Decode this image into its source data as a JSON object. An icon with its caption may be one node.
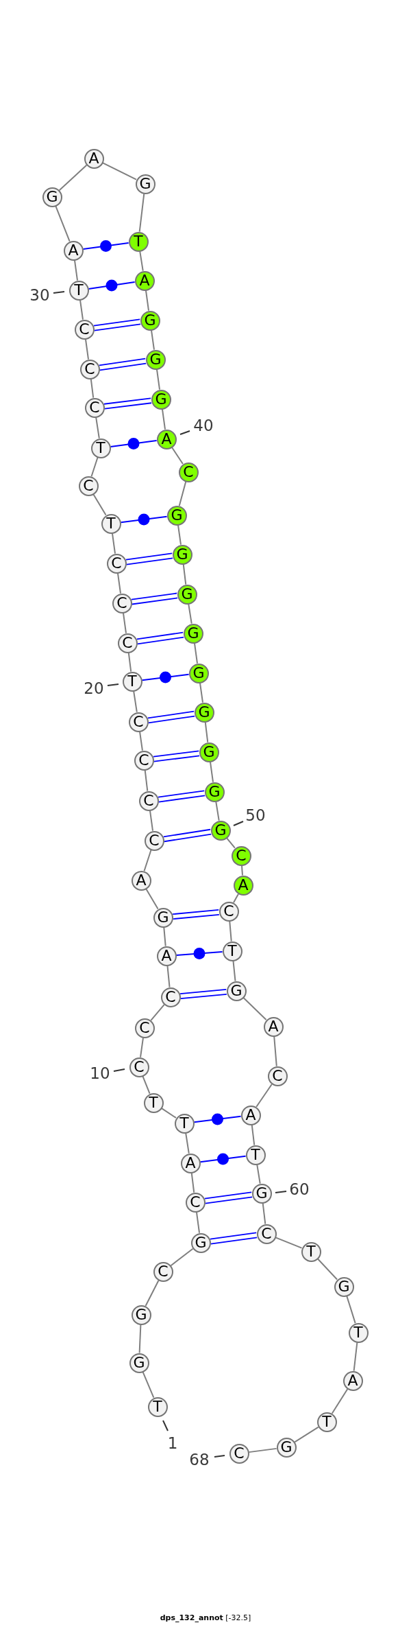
{
  "diagram": {
    "caption": "**dps_132_annot** [-32.5]",
    "nodes": [
      {
        "text": [
          "T"
        ],
        "beside": [
          "1"
        ]
      },
      {
        "text": [
          "G"
        ]
      },
      {
        "text": [
          "G"
        ]
      },
      {
        "text": [
          "C"
        ]
      },
      {
        "text": [
          "G"
        ]
      },
      {
        "text": [
          "C"
        ]
      },
      {
        "text": [
          "A"
        ]
      },
      {
        "text": [
          "T"
        ]
      },
      {
        "text": [
          "T"
        ]
      },
      {
        "text": [
          "C"
        ],
        "beside": [
          "10"
        ]
      },
      {
        "text": [
          "C"
        ]
      },
      {
        "text": [
          "C"
        ]
      },
      {
        "text": [
          "A"
        ]
      },
      {
        "text": [
          "G"
        ]
      },
      {
        "text": [
          "A"
        ]
      },
      {
        "text": [
          "C"
        ]
      },
      {
        "text": [
          "C"
        ]
      },
      {
        "text": [
          "C"
        ]
      },
      {
        "text": [
          "C"
        ]
      },
      {
        "text": [
          "T"
        ],
        "beside": [
          "20"
        ]
      },
      {
        "text": [
          "C"
        ]
      },
      {
        "text": [
          "C"
        ]
      },
      {
        "text": [
          "C"
        ]
      },
      {
        "text": [
          "T"
        ]
      },
      {
        "text": [
          "C"
        ]
      },
      {
        "text": [
          "T"
        ]
      },
      {
        "text": [
          "C"
        ]
      },
      {
        "text": [
          "C"
        ]
      },
      {
        "text": [
          "C"
        ]
      },
      {
        "text": [
          "T"
        ],
        "beside": [
          "30"
        ]
      },
      {
        "text": [
          "A"
        ]
      },
      {
        "text": [
          "G"
        ]
      },
      {
        "text": [
          "A"
        ]
      },
      {
        "text": [
          "G"
        ]
      },
      {
        "text": [
          "T"
        ]
      },
      {
        "text": [
          "A"
        ]
      },
      {
        "text": [
          "G"
        ]
      },
      {
        "text": [
          "G"
        ]
      },
      {
        "text": [
          "G"
        ]
      },
      {
        "text": [
          "A"
        ],
        "beside": [
          "40"
        ]
      },
      {
        "text": [
          "C"
        ]
      },
      {
        "text": [
          "G"
        ]
      },
      {
        "text": [
          "G"
        ]
      },
      {
        "text": [
          "G"
        ]
      },
      {
        "text": [
          "G"
        ]
      },
      {
        "text": [
          "G"
        ]
      },
      {
        "text": [
          "G"
        ]
      },
      {
        "text": [
          "G"
        ]
      },
      {
        "text": [
          "G"
        ]
      },
      {
        "text": [
          "G"
        ],
        "beside": [
          "50"
        ]
      },
      {
        "text": [
          "C"
        ]
      },
      {
        "text": [
          "A"
        ]
      },
      {
        "text": [
          "C"
        ]
      },
      {
        "text": [
          "T"
        ]
      },
      {
        "text": [
          "G"
        ]
      },
      {
        "text": [
          "A"
        ]
      },
      {
        "text": [
          "C"
        ]
      },
      {
        "text": [
          "A"
        ]
      },
      {
        "text": [
          "T"
        ]
      },
      {
        "text": [
          "G"
        ],
        "beside": [
          "60"
        ]
      },
      {
        "text": [
          "C"
        ]
      },
      {
        "text": [
          "T"
        ]
      },
      {
        "text": [
          "G"
        ]
      },
      {
        "text": [
          "T"
        ]
      },
      {
        "text": [
          "A"
        ]
      },
      {
        "text": [
          "T"
        ]
      },
      {
        "text": [
          "G"
        ]
      },
      {
        "text": [
          "C"
        ],
        "beside": [
          "68"
        ]
      }
    ],
    "edges": [
      {
        "from": 0,
        "to": 1,
        "arrow": "none"
      },
      {
        "from": 1,
        "to": 2,
        "arrow": "none"
      },
      {
        "from": 2,
        "to": 3,
        "arrow": "none"
      },
      {
        "from": 3,
        "to": 4,
        "arrow": "none"
      },
      {
        "from": 4,
        "to": 5,
        "arrow": "none"
      },
      {
        "from": 5,
        "to": 6,
        "arrow": "none"
      },
      {
        "from": 6,
        "to": 7,
        "arrow": "none"
      },
      {
        "from": 7,
        "to": 8,
        "arrow": "none"
      },
      {
        "from": 8,
        "to": 9,
        "arrow": "none"
      },
      {
        "from": 9,
        "to": 10,
        "arrow": "none"
      },
      {
        "from": 10,
        "to": 11,
        "arrow": "none"
      },
      {
        "from": 11,
        "to": 12,
        "arrow": "none"
      },
      {
        "from": 12,
        "to": 13,
        "arrow": "none"
      },
      {
        "from": 13,
        "to": 14,
        "arrow": "none"
      },
      {
        "from": 14,
        "to": 15,
        "arrow": "none"
      },
      {
        "from": 15,
        "to": 16,
        "arrow": "none"
      },
      {
        "from": 16,
        "to": 17,
        "arrow": "none"
      },
      {
        "from": 17,
        "to": 18,
        "arrow": "none"
      },
      {
        "from": 18,
        "to": 19,
        "arrow": "none"
      },
      {
        "from": 19,
        "to": 20,
        "arrow": "none"
      },
      {
        "from": 20,
        "to": 21,
        "arrow": "none"
      },
      {
        "from": 21,
        "to": 22,
        "arrow": "none"
      },
      {
        "from": 22,
        "to": 23,
        "arrow": "none"
      },
      {
        "from": 23,
        "to": 24,
        "arrow": "none"
      },
      {
        "from": 24,
        "to": 25,
        "arrow": "none"
      },
      {
        "from": 25,
        "to": 26,
        "arrow": "none"
      },
      {
        "from": 26,
        "to": 27,
        "arrow": "none"
      },
      {
        "from": 27,
        "to": 28,
        "arrow": "none"
      },
      {
        "from": 28,
        "to": 29,
        "arrow": "none"
      },
      {
        "from": 29,
        "to": 30,
        "arrow": "none"
      },
      {
        "from": 30,
        "to": 31,
        "arrow": "none"
      },
      {
        "from": 31,
        "to": 32,
        "arrow": "none"
      },
      {
        "from": 32,
        "to": 33,
        "arrow": "none"
      },
      {
        "from": 33,
        "to": 34,
        "arrow": "none"
      },
      {
        "from": 34,
        "to": 35,
        "arrow": "none"
      },
      {
        "from": 35,
        "to": 36,
        "arrow": "none"
      },
      {
        "from": 36,
        "to": 37,
        "arrow": "none"
      },
      {
        "from": 37,
        "to": 38,
        "arrow": "none"
      },
      {
        "from": 38,
        "to": 39,
        "arrow": "none"
      },
      {
        "from": 39,
        "to": 40,
        "arrow": "none"
      },
      {
        "from": 40,
        "to": 41,
        "arrow": "none"
      },
      {
        "from": 41,
        "to": 42,
        "arrow": "none"
      },
      {
        "from": 42,
        "to": 43,
        "arrow": "none"
      },
      {
        "from": 43,
        "to": 44,
        "arrow": "none"
      },
      {
        "from": 44,
        "to": 45,
        "arrow": "none"
      },
      {
        "from": 45,
        "to": 46,
        "arrow": "none"
      },
      {
        "from": 46,
        "to": 47,
        "arrow": "none"
      },
      {
        "from": 47,
        "to": 48,
        "arrow": "none"
      },
      {
        "from": 48,
        "to": 49,
        "arrow": "none"
      },
      {
        "from": 49,
        "to": 50,
        "arrow": "none"
      },
      {
        "from": 50,
        "to": 51,
        "arrow": "none"
      },
      {
        "from": 51,
        "to": 52,
        "arrow": "none"
      },
      {
        "from": 52,
        "to": 53,
        "arrow": "none"
      },
      {
        "from": 53,
        "to": 54,
        "arrow": "none"
      },
      {
        "from": 54,
        "to": 55,
        "arrow": "none"
      },
      {
        "from": 55,
        "to": 56,
        "arrow": "none"
      },
      {
        "from": 56,
        "to": 57,
        "arrow": "none"
      },
      {
        "from": 57,
        "to": 58,
        "arrow": "none"
      },
      {
        "from": 58,
        "to": 59,
        "arrow": "none"
      },
      {
        "from": 59,
        "to": 60,
        "arrow": "none"
      },
      {
        "from": 60,
        "to": 61,
        "arrow": "none"
      },
      {
        "from": 61,
        "to": 62,
        "arrow": "none"
      },
      {
        "from": 62,
        "to": 63,
        "arrow": "none"
      },
      {
        "from": 63,
        "to": 64,
        "arrow": "none"
      },
      {
        "from": 64,
        "to": 65,
        "arrow": "none"
      },
      {
        "from": 65,
        "to": 66,
        "arrow": "none"
      },
      {
        "from": 66,
        "to": 67,
        "arrow": "none"
      },
      {
        "from": 30,
        "to": 34,
        "arrow": "none",
        "color": "#0000ff"
      },
      {
        "from": 29,
        "to": 35,
        "arrow": "none",
        "color": "#0000ff"
      },
      {
        "from": 28,
        "to": 36,
        "arrow": "none",
        "color": "#0000ff"
      },
      {
        "from": 27,
        "to": 37,
        "arrow": "none",
        "color": "#0000ff"
      },
      {
        "from": 26,
        "to": 38,
        "arrow": "none",
        "color": "#0000ff"
      },
      {
        "from": 25,
        "to": 39,
        "arrow": "none",
        "color": "#0000ff"
      },
      {
        "from": 23,
        "to": 41,
        "arrow": "none",
        "color": "#0000ff"
      },
      {
        "from": 22,
        "to": 42,
        "arrow": "none",
        "color": "#0000ff"
      },
      {
        "from": 21,
        "to": 43,
        "arrow": "none",
        "color": "#0000ff"
      },
      {
        "from": 20,
        "to": 44,
        "arrow": "none",
        "color": "#0000ff"
      },
      {
        "from": 19,
        "to": 45,
        "arrow": "none",
        "color": "#0000ff"
      },
      {
        "from": 18,
        "to": 46,
        "arrow": "none",
        "color": "#0000ff"
      },
      {
        "from": 17,
        "to": 47,
        "arrow": "none",
        "color": "#0000ff"
      },
      {
        "from": 16,
        "to": 48,
        "arrow": "none",
        "color": "#0000ff"
      },
      {
        "from": 15,
        "to": 49,
        "arrow": "none",
        "color": "#0000ff"
      },
      {
        "from": 13,
        "to": 52,
        "arrow": "none",
        "color": "#0000ff"
      },
      {
        "from": 12,
        "to": 53,
        "arrow": "none",
        "color": "#0000ff"
      },
      {
        "from": 11,
        "to": 54,
        "arrow": "none",
        "color": "#0000ff"
      },
      {
        "from": 7,
        "to": 57,
        "arrow": "none",
        "color": "#0000ff"
      },
      {
        "from": 6,
        "to": 58,
        "arrow": "none",
        "color": "#0000ff"
      },
      {
        "from": 5,
        "to": 59,
        "arrow": "none",
        "color": "#0000ff"
      },
      {
        "from": 4,
        "to": 60,
        "arrow": "none",
        "color": "#0000ff"
      }
    ]
  }
}
